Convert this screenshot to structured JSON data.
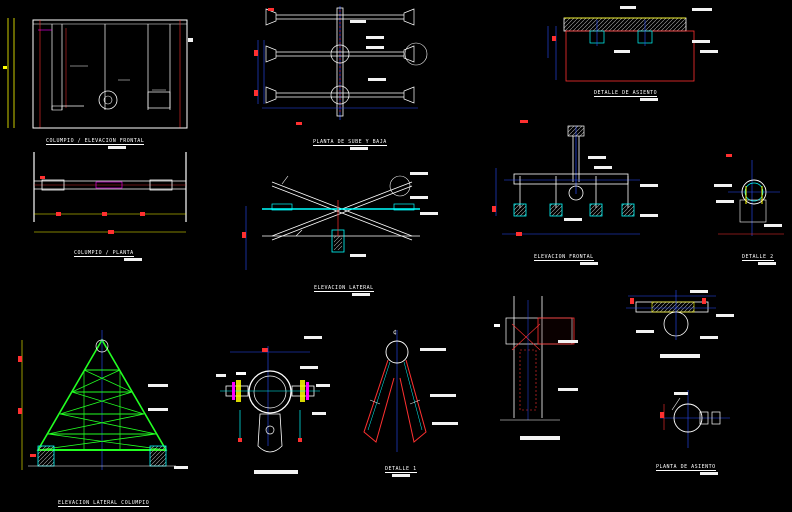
{
  "drawing": {
    "colors": {
      "background": "#000000",
      "outline": "#ffffff",
      "member": "#00ffff",
      "dimension": "#ff3030",
      "axis": "#2a4dff",
      "structure": "#22ff22",
      "accent": "#ffff00",
      "fill": "#ff00ff"
    }
  },
  "titles": {
    "t1": "COLUMPIO / ELEVACION FRONTAL",
    "t2": "COLUMPIO / PLANTA",
    "t3": "PLANTA DE SUBE Y BAJA",
    "t4": "ELEVACION LATERAL",
    "t5": "DETALLE DE ASIENTO",
    "t6": "ELEVACION FRONTAL",
    "t7": "DETALLE 2",
    "t8": "ELEVACION LATERAL COLUMPIO",
    "t9": "DETALLE 1",
    "t10": "PLANTA DE ASIENTO"
  }
}
